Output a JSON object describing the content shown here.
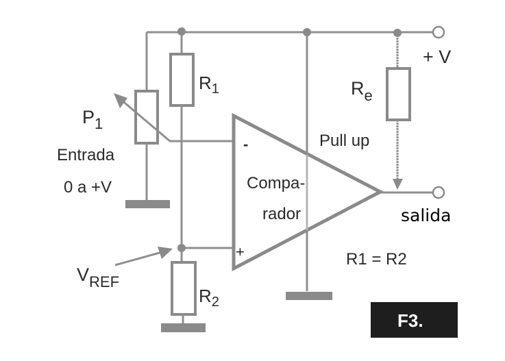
{
  "figure_label": "F3.",
  "supply": {
    "label": "+ V"
  },
  "components": {
    "p1": {
      "label": "P",
      "sub": "1"
    },
    "r1": {
      "label": "R",
      "sub": "1"
    },
    "r2": {
      "label": "R",
      "sub": "2"
    },
    "re": {
      "label": "R",
      "sub": "e",
      "note": "Pull up"
    }
  },
  "input": {
    "line1": "Entrada",
    "line2": "0 a +V"
  },
  "reference": {
    "label": "V",
    "sub": "REF"
  },
  "comparator": {
    "line1": "Compa-",
    "line2": "rador",
    "minus": "-",
    "plus": "+"
  },
  "output": {
    "label": "salida"
  },
  "equation": "R1 = R2",
  "colors": {
    "wire": "#8f8f8f",
    "text": "#2a2a2a",
    "badge_bg": "#1e1e1e",
    "badge_text": "#ffffff"
  }
}
